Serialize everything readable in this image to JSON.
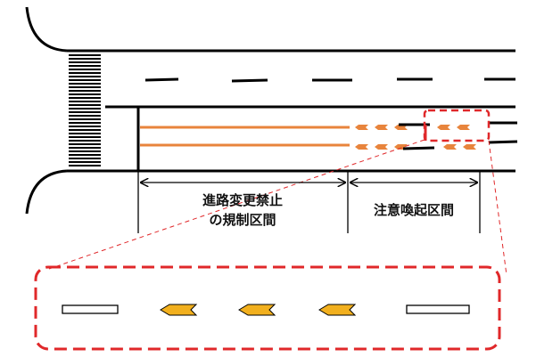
{
  "labels": {
    "no_lane_change_line1": "進路変更禁止",
    "no_lane_change_line2": "の規制区間",
    "caution_zone": "注意喚起区間"
  },
  "colors": {
    "road_line": "#000000",
    "orange_line": "#e8843c",
    "chevron_fill": "#f2b01e",
    "callout_dash": "#e0282a"
  },
  "icons": [
    "crosswalk-icon",
    "chevron-marking-icon",
    "dimension-arrow-icon"
  ]
}
